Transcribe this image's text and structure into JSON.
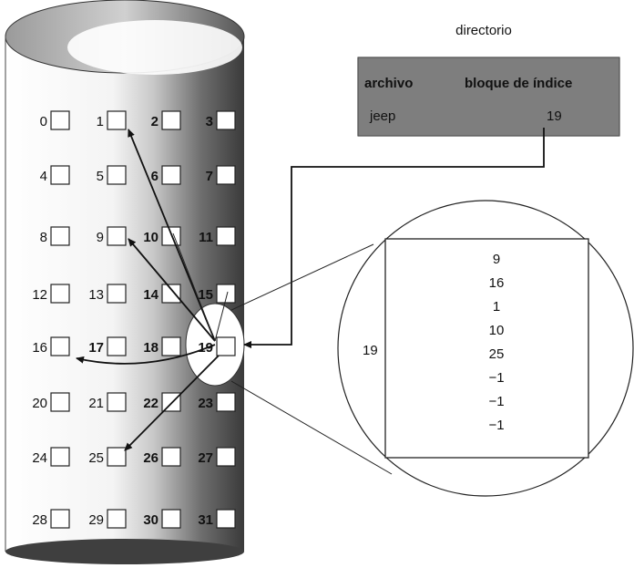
{
  "directory": {
    "title": "directorio",
    "columns": [
      "archivo",
      "bloque de índice"
    ],
    "entry": {
      "file": "jeep",
      "index_block": "19"
    }
  },
  "disk": {
    "blocks": [
      {
        "n": "0"
      },
      {
        "n": "1"
      },
      {
        "n": "2",
        "bold": true
      },
      {
        "n": "3",
        "bold": true
      },
      {
        "n": "4"
      },
      {
        "n": "5"
      },
      {
        "n": "6",
        "bold": true
      },
      {
        "n": "7",
        "bold": true
      },
      {
        "n": "8"
      },
      {
        "n": "9"
      },
      {
        "n": "10",
        "bold": true
      },
      {
        "n": "11",
        "bold": true
      },
      {
        "n": "12"
      },
      {
        "n": "13"
      },
      {
        "n": "14",
        "bold": true
      },
      {
        "n": "15",
        "bold": true
      },
      {
        "n": "16"
      },
      {
        "n": "17",
        "bold": true
      },
      {
        "n": "18",
        "bold": true
      },
      {
        "n": "19",
        "bold": true
      },
      {
        "n": "20"
      },
      {
        "n": "21"
      },
      {
        "n": "22",
        "bold": true
      },
      {
        "n": "23",
        "bold": true
      },
      {
        "n": "24"
      },
      {
        "n": "25"
      },
      {
        "n": "26",
        "bold": true
      },
      {
        "n": "27",
        "bold": true
      },
      {
        "n": "28"
      },
      {
        "n": "29"
      },
      {
        "n": "30",
        "bold": true
      },
      {
        "n": "31",
        "bold": true
      }
    ],
    "index_block_pointers": [
      9,
      16,
      1,
      10,
      25
    ],
    "pointer_arrows_to": [
      1,
      9,
      16,
      25
    ]
  },
  "index_block_detail": {
    "label": "19",
    "values": [
      "9",
      "16",
      "1",
      "10",
      "25",
      "−1",
      "−1",
      "−1"
    ]
  },
  "colors": {
    "ink": "#111111",
    "cylinder_shade": "#7a7a7a",
    "cylinder_light": "#e6e6e6",
    "directory_shade": "#6f6f6f"
  }
}
